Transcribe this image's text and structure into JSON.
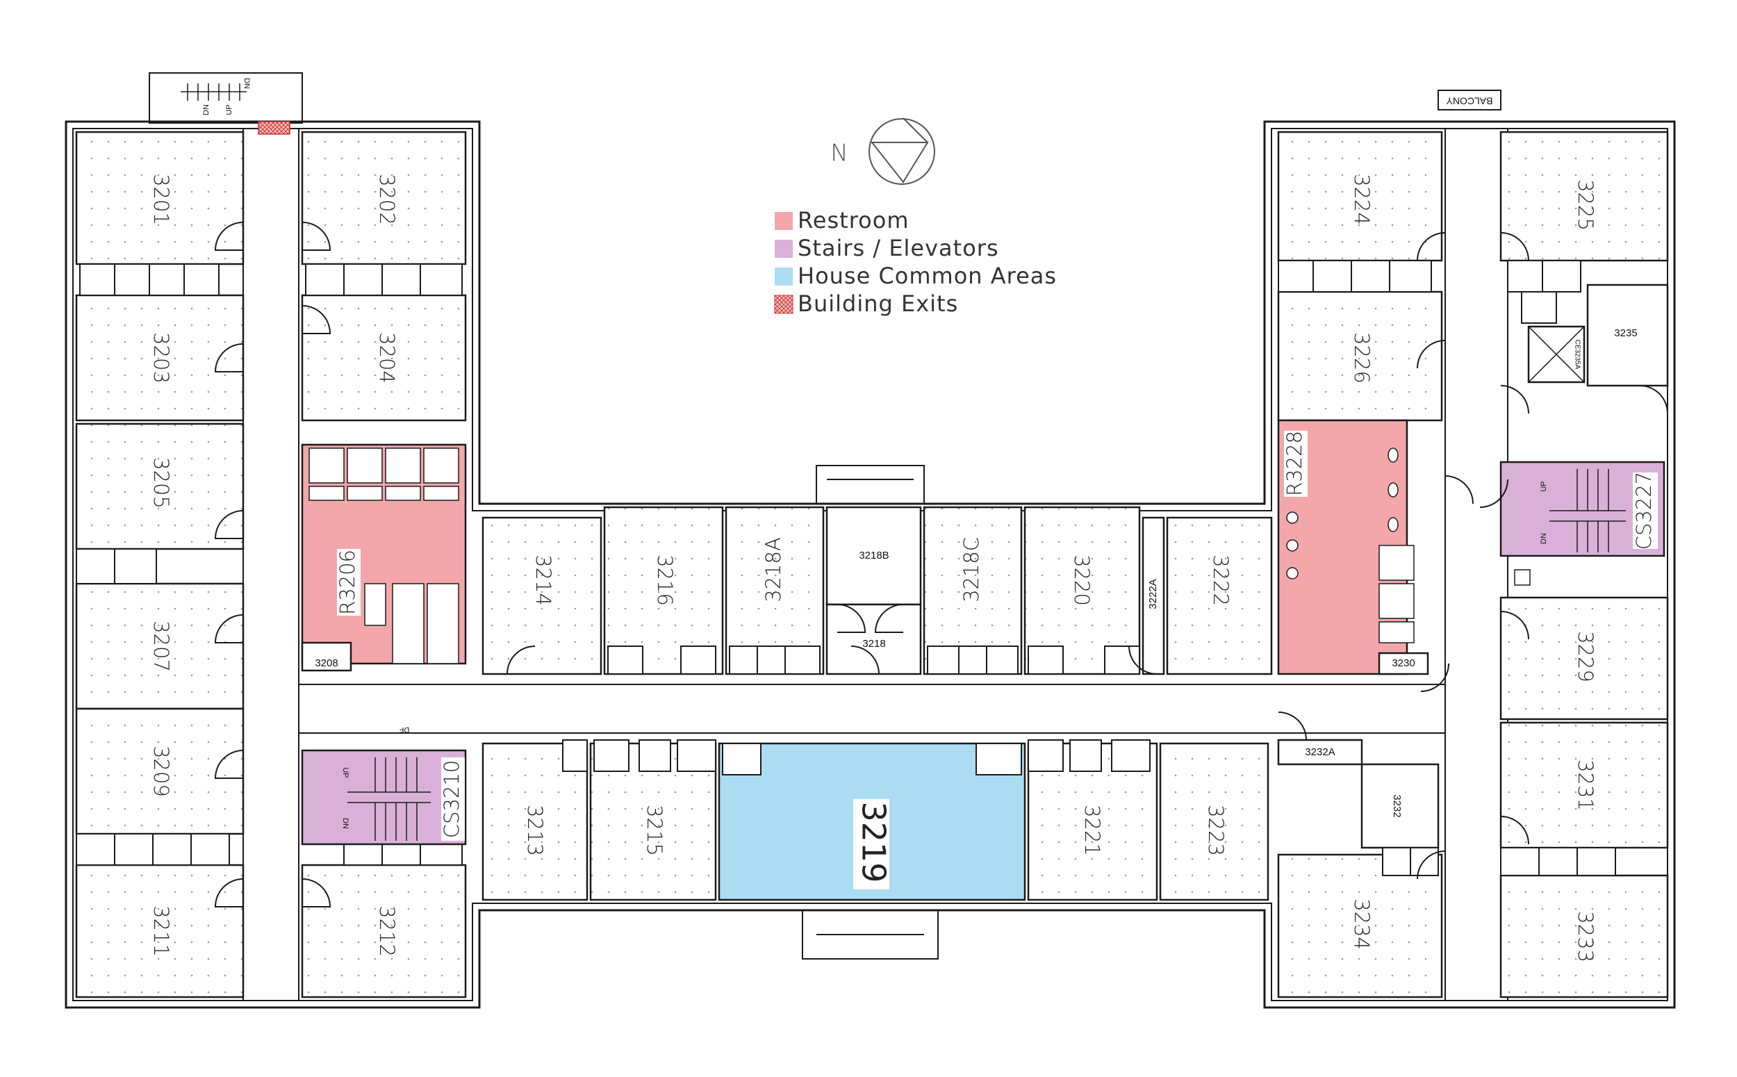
{
  "compass": {
    "north_label": "N"
  },
  "legend": [
    {
      "label": "Restroom",
      "color": "#f3a7ab",
      "pattern": "solid"
    },
    {
      "label": "Stairs / Elevators",
      "color": "#d9b0d7",
      "pattern": "solid"
    },
    {
      "label": "House Common Areas",
      "color": "#abdcf2",
      "pattern": "solid"
    },
    {
      "label": "Building Exits",
      "color": "#e05050",
      "pattern": "crosshatch"
    }
  ],
  "rooms": {
    "r3201": "3201",
    "r3202": "3202",
    "r3203": "3203",
    "r3204": "3204",
    "r3205": "3205",
    "r3206": "R3206",
    "r3207": "3207",
    "r3208": "3208",
    "r3209": "3209",
    "r3210": "CS3210",
    "r3211": "3211",
    "r3212": "3212",
    "r3213": "3213",
    "r3214": "3214",
    "r3215": "3215",
    "r3216": "3216",
    "r3218": "3218",
    "r3218a": "3218A",
    "r3218b": "3218B",
    "r3218c": "3218C",
    "r3219": "3219",
    "r3220": "3220",
    "r3221": "3221",
    "r3222": "3222",
    "r3222a": "3222A",
    "r3223": "3223",
    "r3224": "3224",
    "r3225": "3225",
    "r3226": "3226",
    "r3227": "CS3227",
    "r3228": "R3228",
    "r3229": "3229",
    "r3230": "3230",
    "r3231": "3231",
    "r3232": "3232",
    "r3232a": "3232A",
    "r3233": "3233",
    "r3234": "3234",
    "r3235": "3235",
    "ce3235a": "CE3235A"
  },
  "annotations": {
    "balcony": "BALCONY",
    "df": "DF",
    "up": "UP",
    "dn": "DN"
  }
}
